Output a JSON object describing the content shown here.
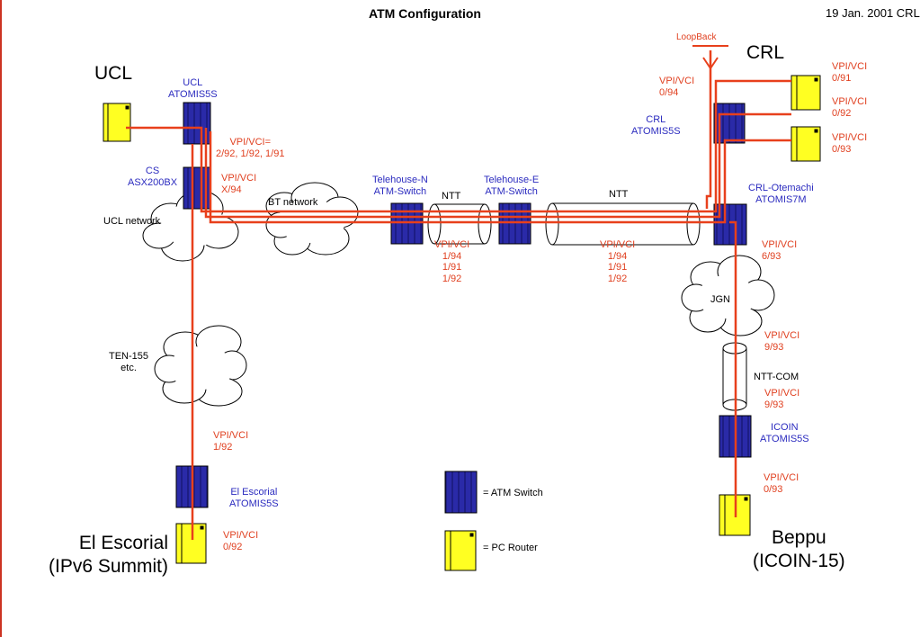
{
  "header": {
    "title": "ATM Configuration",
    "date": "19 Jan. 2001 CRL"
  },
  "sites": {
    "ucl": "UCL",
    "crl": "CRL",
    "el_escorial": "El Escorial\n(IPv6 Summit)",
    "beppu": "Beppu\n(ICOIN-15)"
  },
  "devices": {
    "ucl_atomis": "UCL\nATOMIS5S",
    "cs_asx": "CS\nASX200BX",
    "telehouse_n": "Telehouse-N\nATM-Switch",
    "telehouse_e": "Telehouse-E\nATM-Switch",
    "crl_atomis": "CRL\nATOMIS5S",
    "crl_otemachi": "CRL-Otemachi\nATOMIS7M",
    "icoin_atomis": "ICOIN\nATOMIS5S",
    "el_escorial_atomis": "El Escorial\nATOMIS5S"
  },
  "networks": {
    "ucl_network": "UCL network",
    "bt_network": "BT network",
    "ntt_1": "NTT",
    "ntt_2": "NTT",
    "jgn": "JGN",
    "ten155": "TEN-155\netc.",
    "ntt_com": "NTT-COM"
  },
  "vpi": {
    "ucl_router": "VPI/VCI=\n2/92, 1/92, 1/91",
    "cs": "VPI/VCI\nX/94",
    "th_n": "VPI/VCI\n1/94\n1/91\n1/92",
    "th_e": "VPI/VCI\n1/94\n1/91\n1/92",
    "crl_loop": "VPI/VCI\n0/94",
    "crl_r1": "VPI/VCI\n0/91",
    "crl_r2": "VPI/VCI\n0/92",
    "crl_r3": "VPI/VCI\n0/93",
    "otemachi": "VPI/VCI\n6/93",
    "jgn_out": "VPI/VCI\n9/93",
    "ntt_com": "VPI/VCI\n9/93",
    "icoin": "VPI/VCI\n0/93",
    "escorial_up": "VPI/VCI\n1/92",
    "escorial_router": "VPI/VCI\n0/92"
  },
  "loopback": "LoopBack",
  "legend": {
    "atm_switch": "= ATM Switch",
    "pc_router": "= PC Router"
  },
  "colors": {
    "switch": "#2a2aa8",
    "router": "#ffff22",
    "link": "#e8401c",
    "text_blue": "#2b2bbf",
    "text_red": "#e04020"
  }
}
